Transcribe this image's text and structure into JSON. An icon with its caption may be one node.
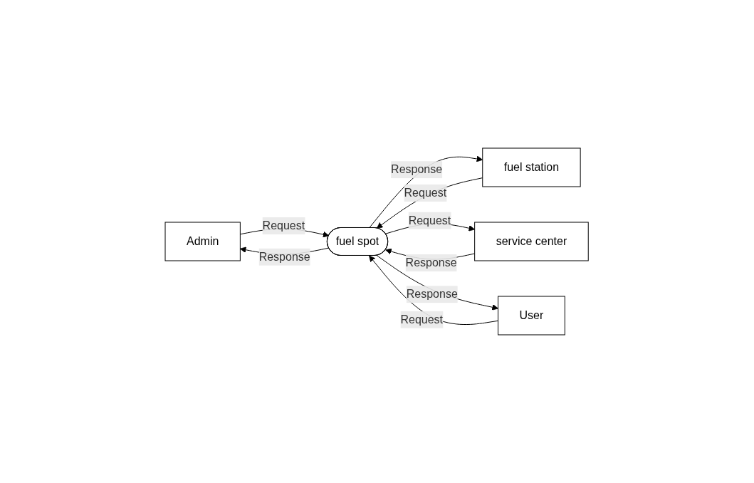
{
  "diagram": {
    "nodes": [
      {
        "text": [
          "Admin"
        ]
      },
      {
        "text": [
          "fuel station"
        ]
      },
      {
        "text": [
          "fuel spot"
        ]
      },
      {
        "text": [
          "service center"
        ]
      },
      {
        "text": [
          "User"
        ]
      }
    ],
    "edges": [
      {
        "from": 2,
        "to": 0,
        "arrow": "to",
        "label": "Response"
      },
      {
        "from": 0,
        "to": 2,
        "arrow": "to",
        "label": "Request"
      },
      {
        "from": 1,
        "to": 2,
        "arrow": "to",
        "label": "Request"
      },
      {
        "from": 2,
        "to": 1,
        "arrow": "to",
        "label": "Response"
      },
      {
        "from": 2,
        "to": 3,
        "arrow": "to",
        "label": "Request"
      },
      {
        "from": 3,
        "to": 2,
        "arrow": "to",
        "label": "Response"
      },
      {
        "from": 4,
        "to": 2,
        "arrow": "to",
        "label": "Request"
      },
      {
        "from": 2,
        "to": 4,
        "arrow": "to",
        "label": "Response"
      }
    ]
  }
}
